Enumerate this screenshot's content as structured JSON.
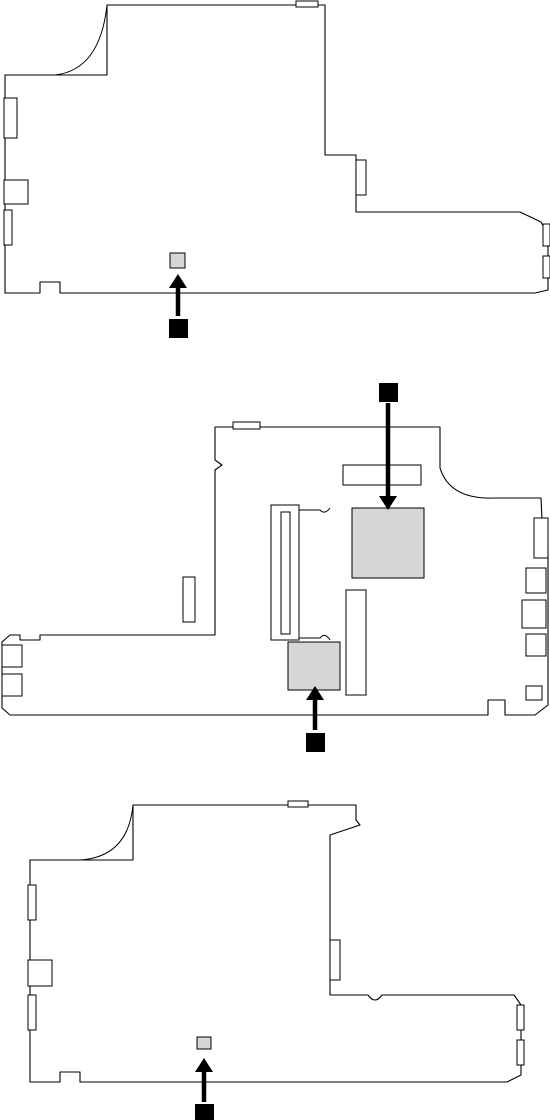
{
  "colors": {
    "highlight_fill": "#d6d6d6",
    "outline": "#000000",
    "callout": "#000000",
    "background": "#ffffff"
  },
  "callouts": [
    {
      "id": "callout-top-marker",
      "label": ""
    },
    {
      "id": "callout-middle-cpu",
      "label": ""
    },
    {
      "id": "callout-middle-chipset",
      "label": ""
    },
    {
      "id": "callout-bottom-marker",
      "label": ""
    }
  ]
}
